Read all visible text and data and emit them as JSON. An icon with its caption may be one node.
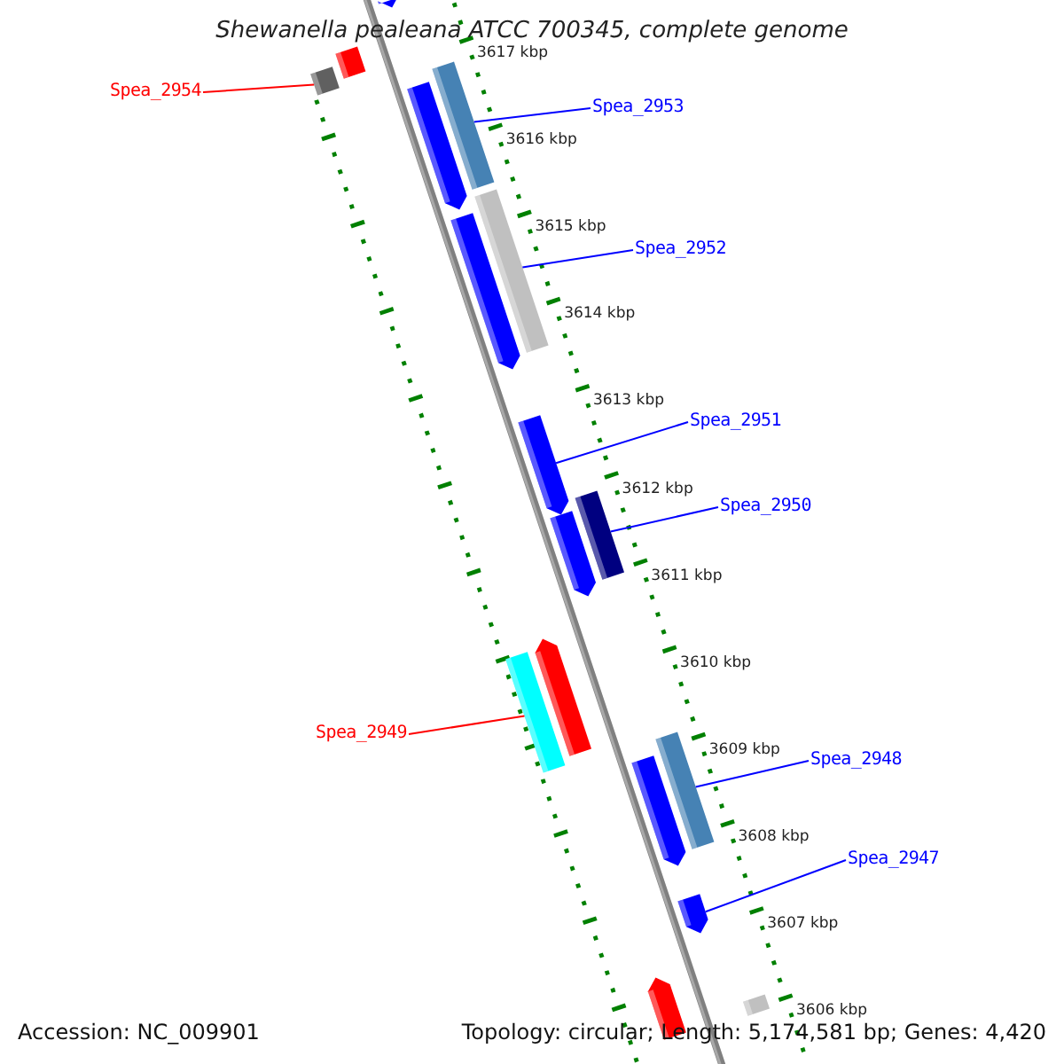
{
  "diagram": {
    "title": "Shewanella pealeana ATCC 700345, complete genome",
    "nodes": [
      {
        "text": [],
        "shape": "bar"
      },
      {
        "text": [],
        "shape": "bar"
      },
      {
        "text": [
          "Spea_2954"
        ]
      },
      {
        "text": [],
        "shape": "bar"
      },
      {
        "text": [],
        "shape": "bar"
      },
      {
        "text": [
          "Spea_2953"
        ]
      },
      {
        "text": [],
        "shape": "bar"
      },
      {
        "text": [],
        "shape": "bar"
      },
      {
        "text": [
          "Spea_2952"
        ]
      },
      {
        "text": [],
        "shape": "bar"
      },
      {
        "text": [
          "Spea_2951"
        ]
      },
      {
        "text": [],
        "shape": "bar"
      },
      {
        "text": [],
        "shape": "bar"
      },
      {
        "text": [
          "Spea_2950"
        ]
      },
      {
        "text": [],
        "shape": "bar"
      },
      {
        "text": [
          "Spea_2949"
        ]
      },
      {
        "text": [],
        "shape": "bar"
      },
      {
        "text": [],
        "shape": "bar"
      },
      {
        "text": [],
        "shape": "bar"
      },
      {
        "text": [
          "Spea_2948"
        ]
      },
      {
        "text": [],
        "shape": "bar"
      },
      {
        "text": [
          "Spea_2947"
        ]
      },
      {
        "text": [],
        "shape": "bar"
      },
      {
        "text": [],
        "shape": "bar"
      },
      {
        "text": [],
        "shape": "bar"
      }
    ],
    "edges": [
      {
        "from": 2,
        "to": 3,
        "arrow": "none",
        "color": "#ff0000"
      },
      {
        "from": 5,
        "to": 6,
        "arrow": "none"
      },
      {
        "from": 8,
        "to": 9,
        "arrow": "none"
      },
      {
        "from": 10,
        "to": 11,
        "arrow": "none"
      },
      {
        "from": 13,
        "to": 14,
        "arrow": "none"
      },
      {
        "from": 15,
        "to": 16,
        "arrow": "none",
        "color": "#ff0000"
      },
      {
        "from": 19,
        "to": 20,
        "arrow": "none"
      },
      {
        "from": 21,
        "to": 22,
        "arrow": "none"
      }
    ],
    "labels": [
      "3617 kbp",
      "3616 kbp",
      "3615 kbp",
      "3614 kbp",
      "3613 kbp",
      "3612 kbp",
      "3611 kbp",
      "3610 kbp",
      "3609 kbp",
      "3608 kbp",
      "3607 kbp",
      "3606 kbp",
      "Accession: NC_009901",
      "Topology: circular; Length: 5,174,581 bp; Genes: 4,420"
    ]
  }
}
